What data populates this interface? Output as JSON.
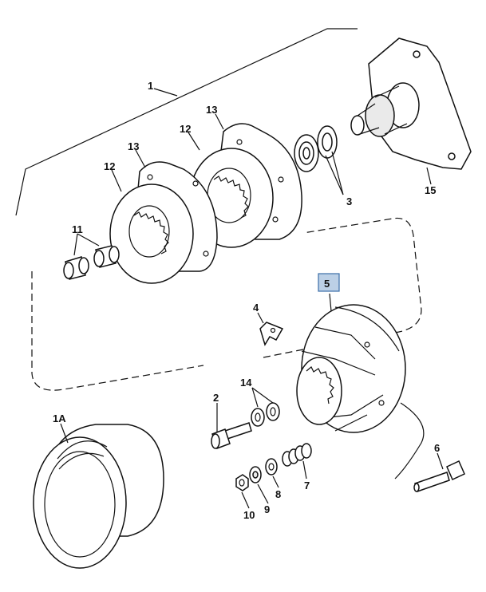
{
  "callouts": {
    "c1": "1",
    "c1a": "1A",
    "c2": "2",
    "c3": "3",
    "c4": "4",
    "c5": "5",
    "c6": "6",
    "c7": "7",
    "c8": "8",
    "c9": "9",
    "c10": "10",
    "c11": "11",
    "c12a": "12",
    "c12b": "12",
    "c13a": "13",
    "c13b": "13",
    "c14": "14",
    "c15": "15"
  },
  "colors": {
    "line": "#111111",
    "highlight_fill": "#bcd0e6",
    "highlight_stroke": "#3b6ea8"
  }
}
